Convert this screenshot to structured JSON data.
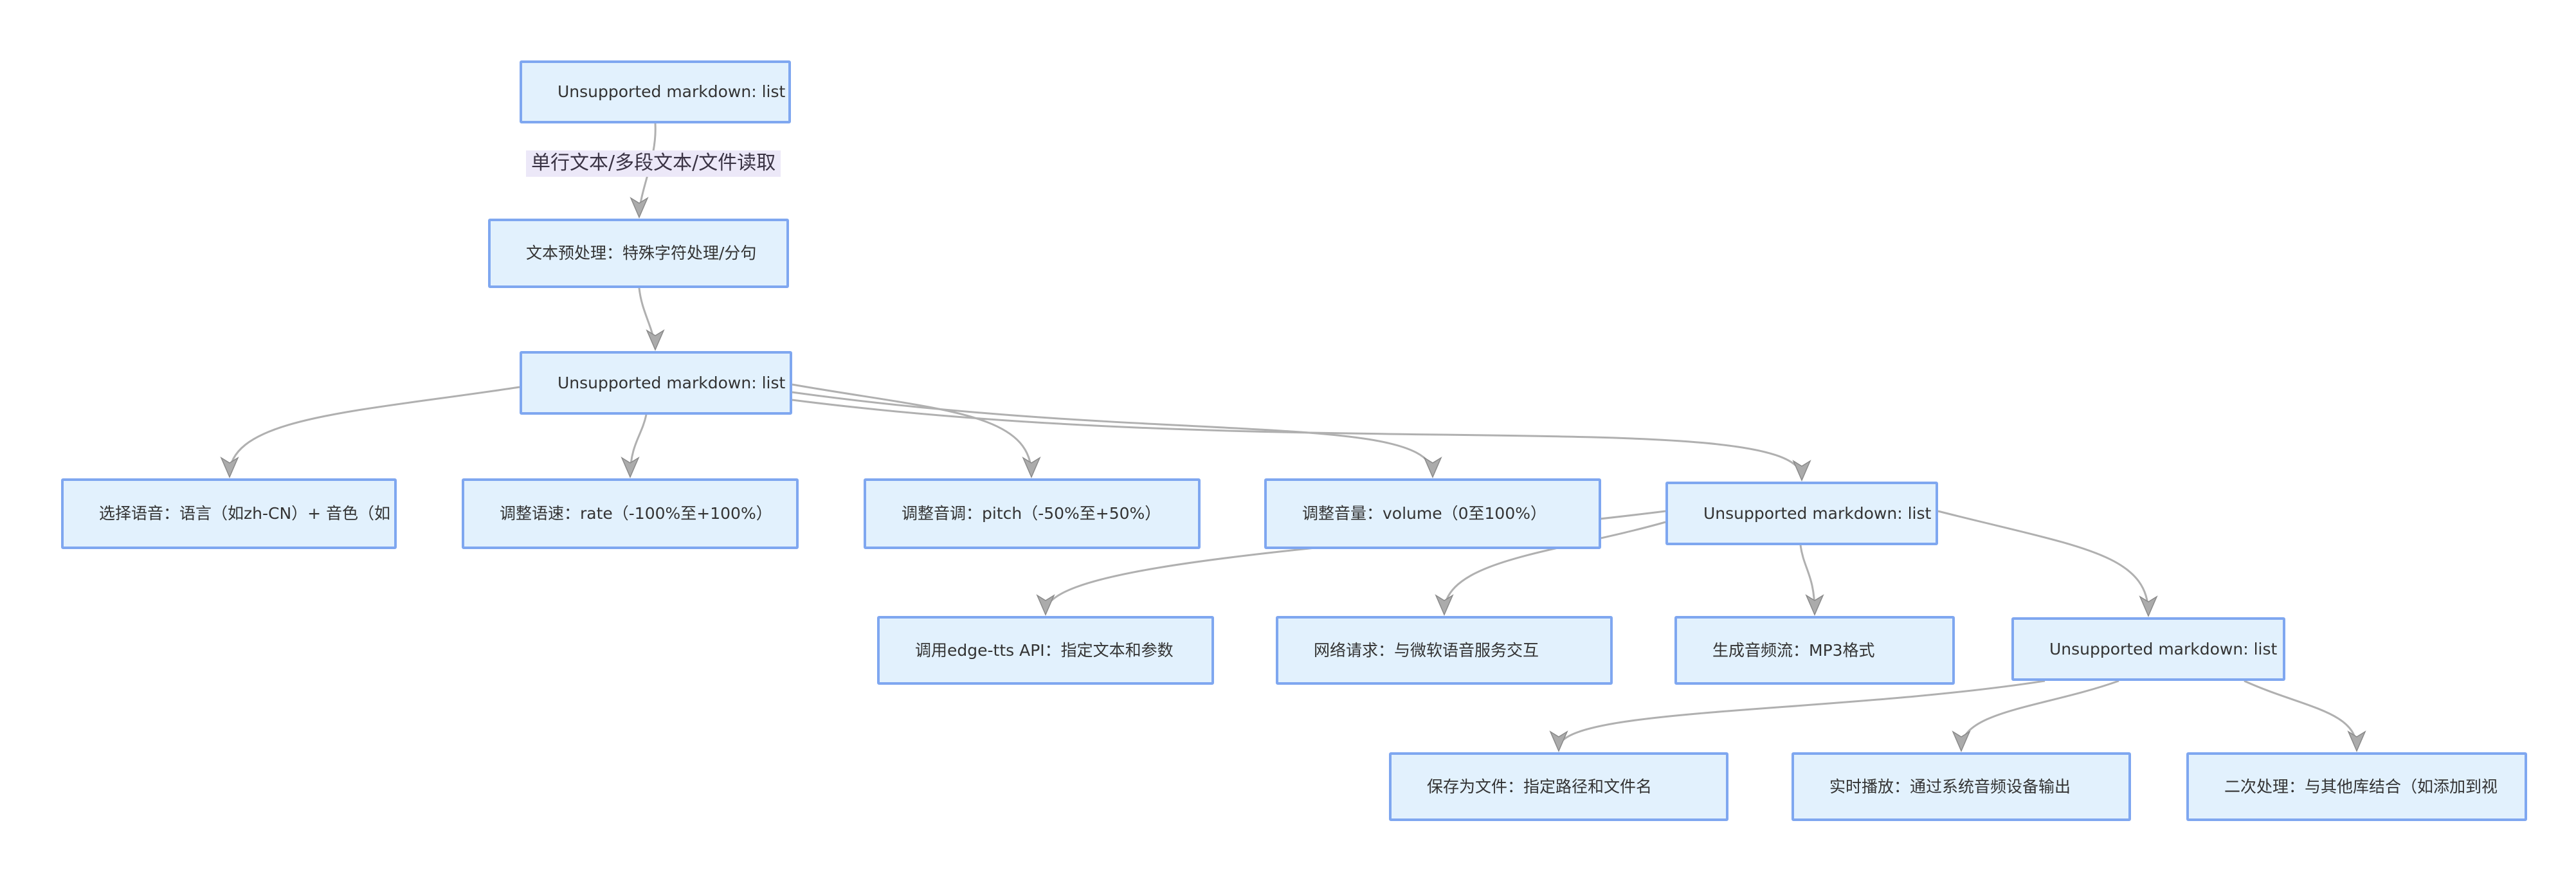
{
  "colors": {
    "node_fill": "#e2f1fd",
    "node_border": "#7fa7f0",
    "node_text": "#333333",
    "edge_line": "#b0b0b0",
    "arrow_fill": "#ababab",
    "arrow_stroke": "#8a8a8a",
    "label_bg": "#ece8f8",
    "label_text": "#3a3344",
    "canvas_bg": "#ffffff"
  },
  "nodes": {
    "input_list": "Unsupported markdown: list",
    "preprocess": "文本预处理：特殊字符处理/分句",
    "params_list": "Unsupported markdown: list",
    "voice": "选择语音：语言（如zh-CN）+ 音色（如",
    "rate": "调整语速：rate（-100%至+100%）",
    "pitch": "调整音调：pitch（-50%至+50%）",
    "volume": "调整音量：volume（0至100%）",
    "synth_list": "Unsupported markdown: list",
    "api_call": "调用edge-tts API：指定文本和参数",
    "network": "网络请求：与微软语音服务交互",
    "audio_stream": "生成音频流：MP3格式",
    "output_list": "Unsupported markdown: list",
    "save_file": "保存为文件：指定路径和文件名",
    "play": "实时播放：通过系统音频设备输出",
    "post_process": "二次处理：与其他库结合（如添加到视"
  },
  "edge_labels": {
    "input_method": "单行文本/多段文本/文件读取"
  }
}
